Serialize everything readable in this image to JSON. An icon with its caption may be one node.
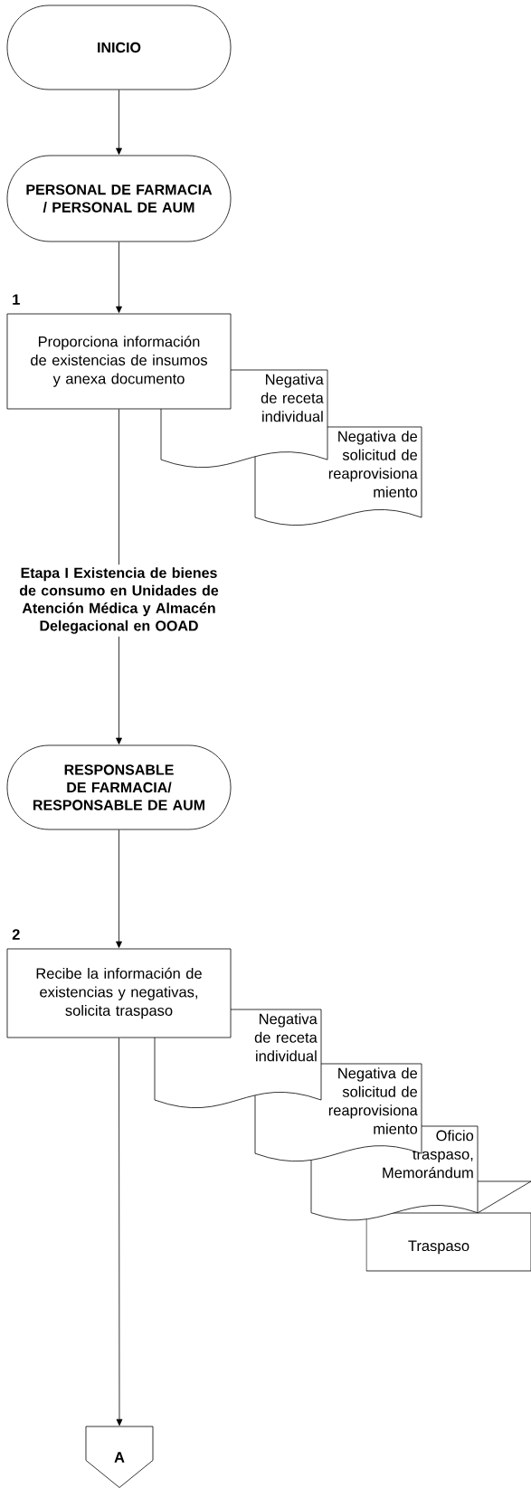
{
  "diagram": {
    "nodes": [
      {
        "text": [
          "INICIO"
        ]
      },
      {
        "text": [
          "PERSONAL DE FARMACIA / PERSONAL DE AUM"
        ]
      },
      {
        "text": [
          "Proporciona información de existencias de insumos y anexa documento"
        ],
        "beside": [
          "1"
        ]
      },
      {
        "text": [
          "Negativa de receta individual"
        ]
      },
      {
        "text": [
          "Negativa de solicitud de reaprovisiona miento"
        ]
      },
      {
        "text": [
          "RESPONSABLE DE FARMACIA/ RESPONSABLE DE AUM"
        ]
      },
      {
        "text": [
          "Recibe la información de existencias y negativas, solicita traspaso"
        ],
        "beside": [
          "2"
        ]
      },
      {
        "text": [
          "Negativa de receta individual"
        ]
      },
      {
        "text": [
          "Negativa de solicitud de reaprovisiona miento"
        ]
      },
      {
        "text": [
          "Oficio traspaso, Memorándum"
        ]
      },
      {
        "text": [
          "Traspaso"
        ]
      },
      {
        "text": [
          "A"
        ]
      }
    ],
    "edges": [
      {
        "from": 0,
        "to": 1,
        "arrow": "to"
      },
      {
        "from": 1,
        "to": 2,
        "arrow": "to"
      },
      {
        "from": 2,
        "to": 5,
        "arrow": "to",
        "label": "Etapa I Existencia de bienes de consumo en Unidades de Atención Médica y Almacén Delegacional en OOAD"
      },
      {
        "from": 5,
        "to": 6,
        "arrow": "to"
      },
      {
        "from": 6,
        "to": 11,
        "arrow": "to"
      }
    ]
  }
}
